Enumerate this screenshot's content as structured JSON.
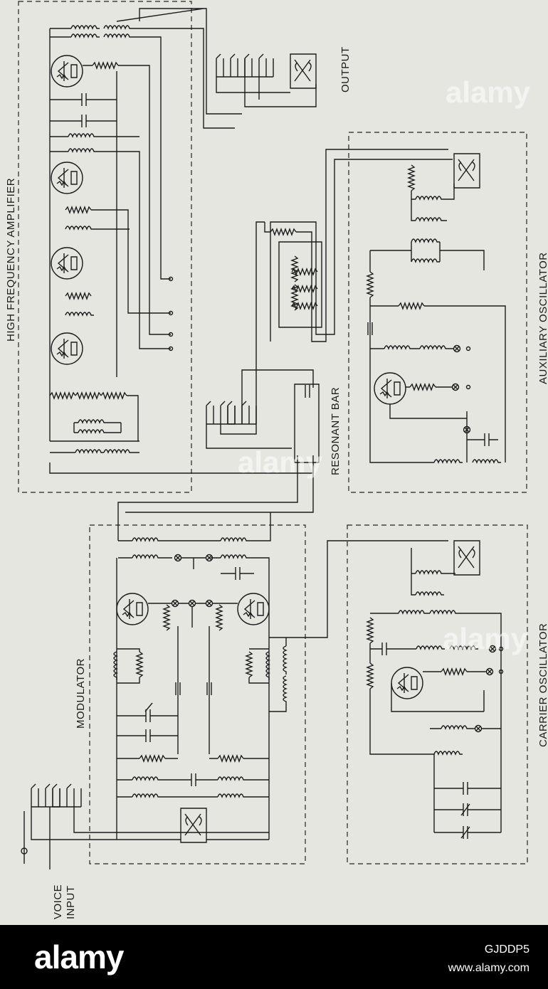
{
  "labels": {
    "high_frequency_amplifier": "HIGH FREQUENCY AMPLIFIER",
    "output": "OUTPUT",
    "auxiliary_oscillator": "AUXILIARY OSCILLATOR",
    "resonant_bar": "RESONANT BAR",
    "modulator": "MODULATOR",
    "carrier_oscillator": "CARRIER OSCILLATOR",
    "voice": "VOICE",
    "input": "INPUT"
  },
  "watermark": {
    "text": "alamy"
  },
  "footer": {
    "logo": "alamy",
    "image_id": "GJDDP5",
    "site": "www.alamy.com"
  },
  "colors": {
    "paper": "#e6e6e1",
    "ink": "#1b1b1b",
    "footer": "#000000"
  }
}
